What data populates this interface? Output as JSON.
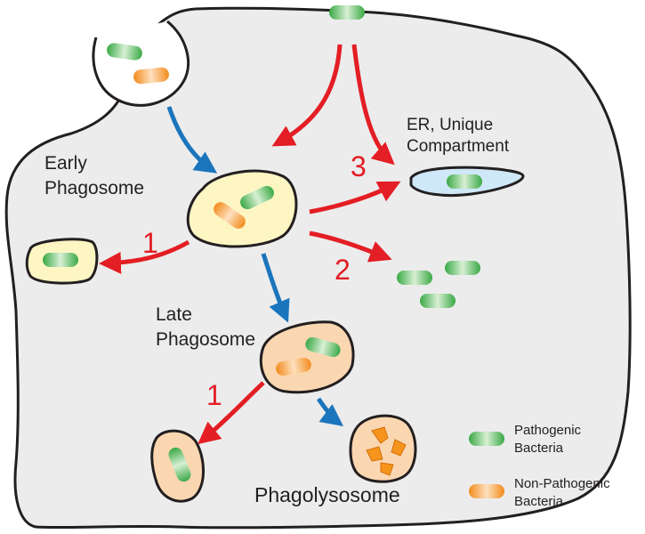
{
  "labels": {
    "early_1": "Early",
    "early_2": "Phagosome",
    "late_1": "Late",
    "late_2": "Phagosome",
    "er_1": "ER, Unique",
    "er_2": "Compartment",
    "phagolysosome": "Phagolysosome"
  },
  "pathway_numbers": {
    "n1_upper": "1",
    "n2": "2",
    "n3": "3",
    "n1_lower": "1"
  },
  "legend": {
    "pathogenic_1": "Pathogenic",
    "pathogenic_2": "Bacteria",
    "nonpathogenic_1": "Non-Pathogenic",
    "nonpathogenic_2": "Bacteria"
  },
  "colors": {
    "cell_fill": "#ececec",
    "pathogenic": "#3cb44a",
    "non_pathogenic": "#f7941d",
    "early_phagosome": "#fdf6c3",
    "late_phagosome": "#fbd7b1",
    "er_compartment": "#cfe8f7",
    "arrow_red": "#e31e24",
    "arrow_blue": "#1b75bc"
  }
}
